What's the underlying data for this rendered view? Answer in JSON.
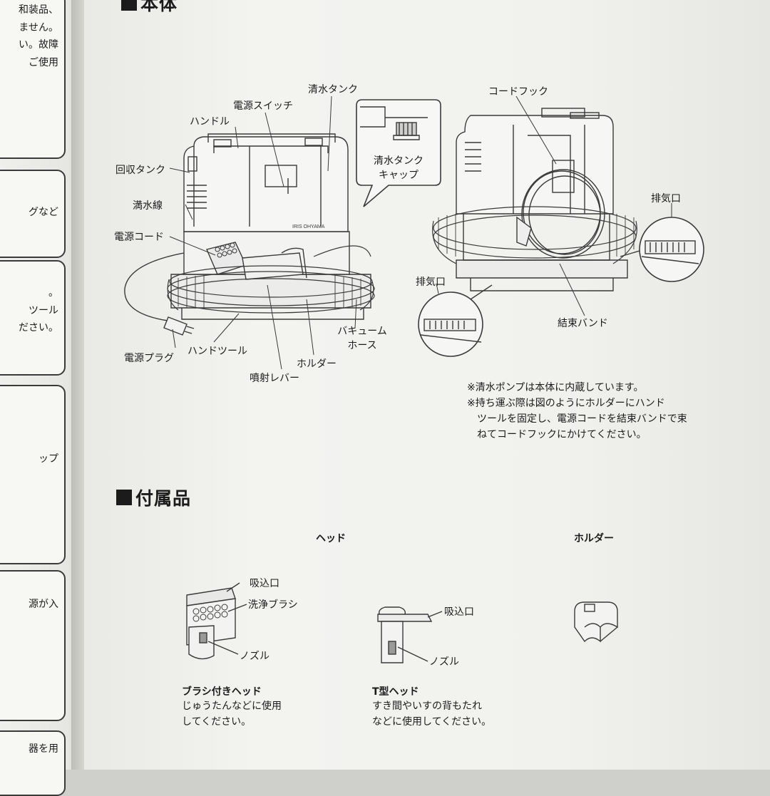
{
  "left_page": {
    "fragments": [
      {
        "id": "f1",
        "lines": [
          "和装品、",
          "ません。",
          "い。故障",
          "ご使用"
        ]
      },
      {
        "id": "f2",
        "lines": [
          "グなど"
        ]
      },
      {
        "id": "f3",
        "lines": [
          "。",
          "ツール",
          "ださい。"
        ]
      },
      {
        "id": "f4",
        "lines": [
          "ップ"
        ]
      },
      {
        "id": "f5",
        "lines": [
          "源が入"
        ]
      },
      {
        "id": "f6",
        "lines": [
          "器を用"
        ]
      }
    ]
  },
  "section_main": {
    "heading": "本体",
    "front_labels": {
      "clean_tank": "清水タンク",
      "power_switch": "電源スイッチ",
      "handle": "ハンドル",
      "recovery_tank": "回収タンク",
      "full_line": "満水線",
      "power_cord": "電源コード",
      "power_plug": "電源プラグ",
      "hand_tool": "ハンドツール",
      "spray_lever": "噴射レバー",
      "holder": "ホルダー",
      "vacuum_hose": [
        "バキューム",
        "ホース"
      ]
    },
    "callout": [
      "清水タンク",
      "キャップ"
    ],
    "back_labels": {
      "cord_hook": "コードフック",
      "exhaust_right": "排気口",
      "exhaust_left": "排気口",
      "binding_band": "結束バンド"
    },
    "product_logo": "IRIS OHYAMA",
    "notes": [
      "※清水ポンプは本体に内蔵しています。",
      "※持ち運ぶ際は図のようにホルダーにハンド",
      "ツールを固定し、電源コードを結束バンドで束",
      "ねてコードフックにかけてください。"
    ]
  },
  "section_accessories": {
    "heading": "付属品",
    "head_group": "ヘッド",
    "holder_group": "ホルダー",
    "brush_head": {
      "labels": {
        "inlet": "吸込口",
        "brush": "洗浄ブラシ",
        "nozzle": "ノズル"
      },
      "title": "ブラシ付きヘッド",
      "body": [
        "じゅうたんなどに使用",
        "してください。"
      ]
    },
    "t_head": {
      "labels": {
        "inlet": "吸込口",
        "nozzle": "ノズル"
      },
      "title": "T型ヘッド",
      "body": [
        "すき間やいすの背もたれ",
        "などに使用してください。"
      ]
    }
  },
  "colors": {
    "ink": "#1b1b1b",
    "paper": "#f1f1ee",
    "line_art": "#3a3a3a"
  }
}
